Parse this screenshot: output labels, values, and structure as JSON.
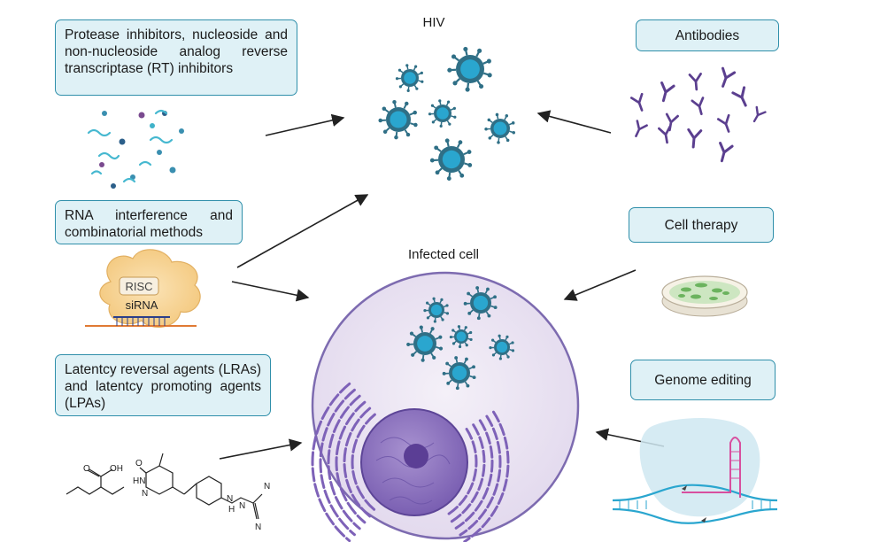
{
  "labels": {
    "hiv": "HIV",
    "infected_cell": "Infected cell",
    "risc": "RISC",
    "sirna": "siRNA"
  },
  "boxes": {
    "protease": "Protease inhibitors, nucleoside and non-nucleoside analog reverse transcriptase (RT) inhibitors",
    "rnai": "RNA interference and combinatorial methods",
    "latency": "Latentcy reversal agents (LRAs) and latentcy promoting agents (LPAs)",
    "antibodies": "Antibodies",
    "cell_therapy": "Cell therapy",
    "genome_editing": "Genome editing"
  },
  "chemistry": {
    "atom_o1": "O",
    "atom_oh": "OH",
    "atom_o2": "O",
    "atom_hn": "HN",
    "atom_n1": "N",
    "atom_h": "H",
    "atom_n2": "N",
    "atom_n3": "N",
    "atom_n4": "N",
    "atom_n5": "N"
  },
  "colors": {
    "box_fill": "#dff1f6",
    "box_border": "#2f8faa",
    "virus_core": "#2aa6cf",
    "virus_envelope": "#2f6f86",
    "antibody": "#5b3f8f",
    "cell_fill": "#ece6f3",
    "cell_border": "#7d6bb0",
    "nucleus": "#8c73bf",
    "arrow": "#222222"
  }
}
